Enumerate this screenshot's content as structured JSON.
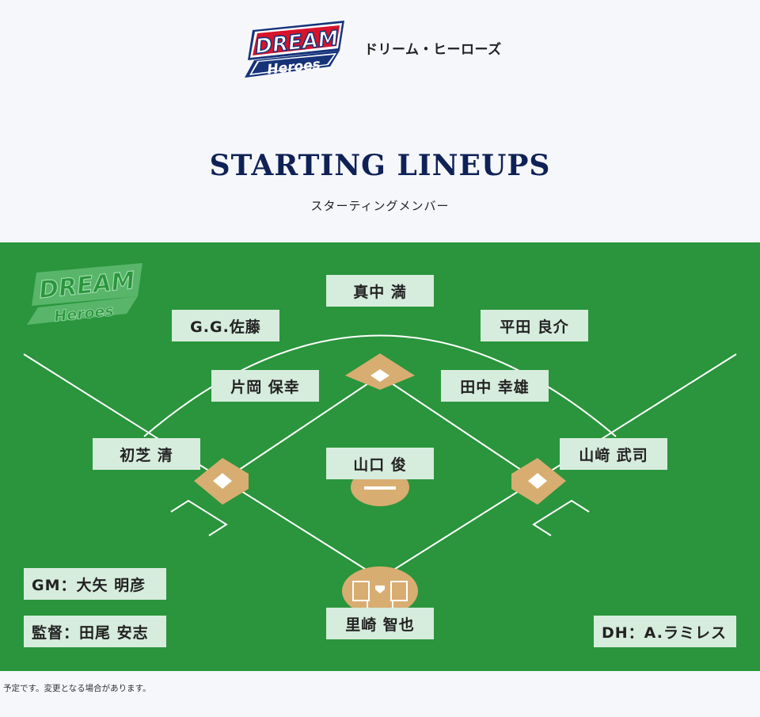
{
  "header": {
    "logo_line1": "DREAM",
    "logo_line2": "Heroes",
    "team_name": "ドリーム・ヒーローズ",
    "title": "STARTING LINEUPS",
    "subtitle": "スターティングメンバー"
  },
  "colors": {
    "field_green": "#2a953c",
    "infield_tan": "#d8ad71",
    "label_bg": "#d6ecdd",
    "title_navy": "#0f2156",
    "logo_red": "#d8132b",
    "logo_blue": "#16337a"
  },
  "positions": {
    "center_field": "真中 満",
    "left_field": "G.G.佐藤",
    "right_field": "平田 良介",
    "shortstop": "片岡 保幸",
    "second_base": "田中 幸雄",
    "third_base": "初芝 清",
    "first_base": "山﨑 武司",
    "pitcher": "山口 俊",
    "catcher": "里崎 智也"
  },
  "staff": {
    "gm": "GM：大矢 明彦",
    "manager": "監督：田尾 安志",
    "dh": "DH：A.ラミレス"
  },
  "note": "予定です。変更となる場合があります。"
}
